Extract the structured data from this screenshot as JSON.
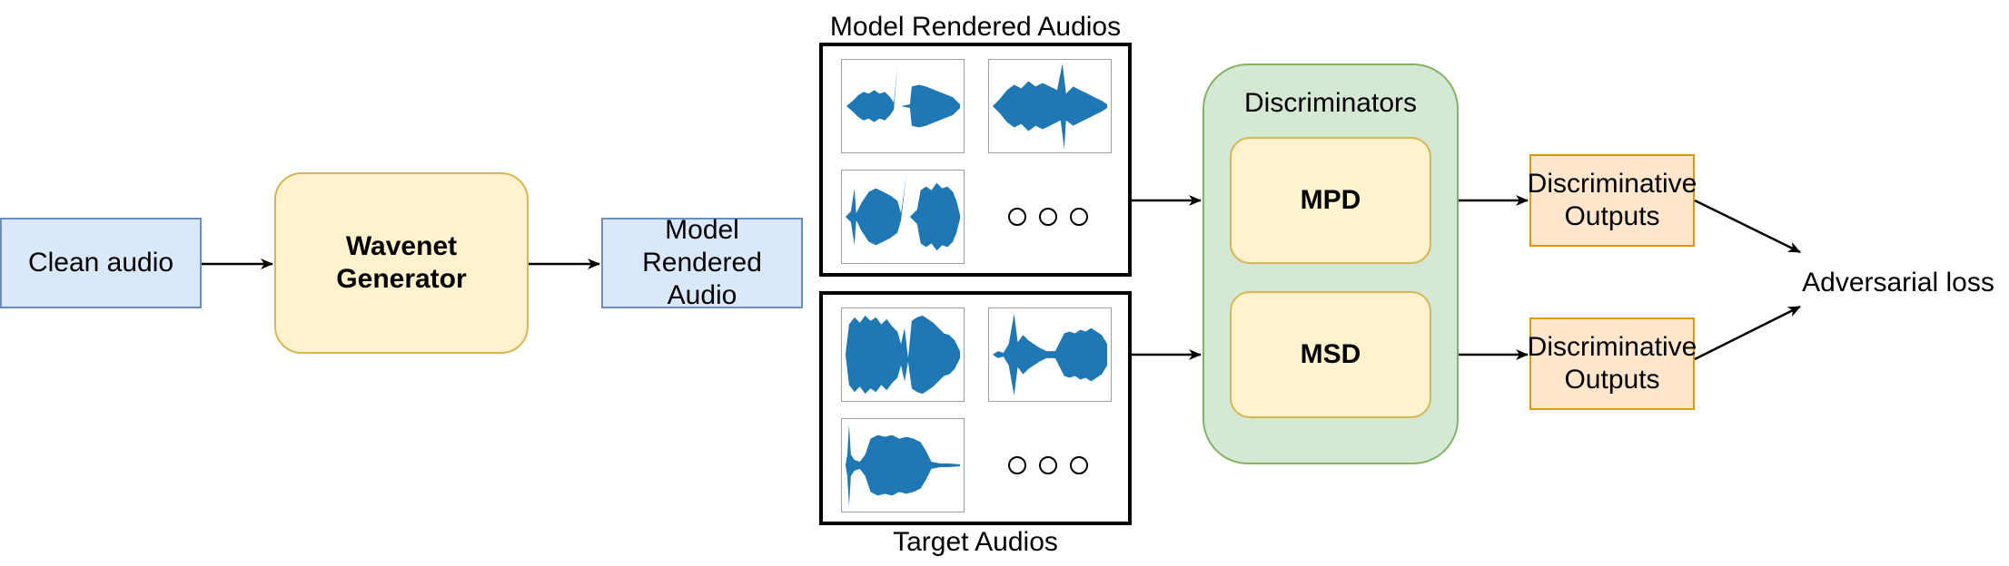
{
  "nodes": {
    "clean_audio": "Clean audio",
    "wavenet_line1": "Wavenet",
    "wavenet_line2": "Generator",
    "rendered_line1": "Model",
    "rendered_line2": "Rendered",
    "rendered_line3": "Audio",
    "discriminators_title": "Discriminators",
    "mpd": "MPD",
    "msd": "MSD",
    "disc_output_top_line1": "Discriminative",
    "disc_output_top_line2": "Outputs",
    "disc_output_bottom_line1": "Discriminative",
    "disc_output_bottom_line2": "Outputs",
    "adversarial_loss": "Adversarial loss"
  },
  "panels": {
    "model_rendered_title": "Model Rendered Audios",
    "target_title": "Target Audios"
  },
  "colors": {
    "blue_fill": "#dae8fc",
    "blue_stroke": "#6c8ebf",
    "yellow_fill": "#fff2cc",
    "yellow_stroke": "#d6b656",
    "orange_fill": "#ffe6cc",
    "orange_stroke": "#d79b00",
    "green_fill": "#d5e8d4",
    "green_stroke": "#82b366",
    "waveform": "#1f77b4"
  }
}
